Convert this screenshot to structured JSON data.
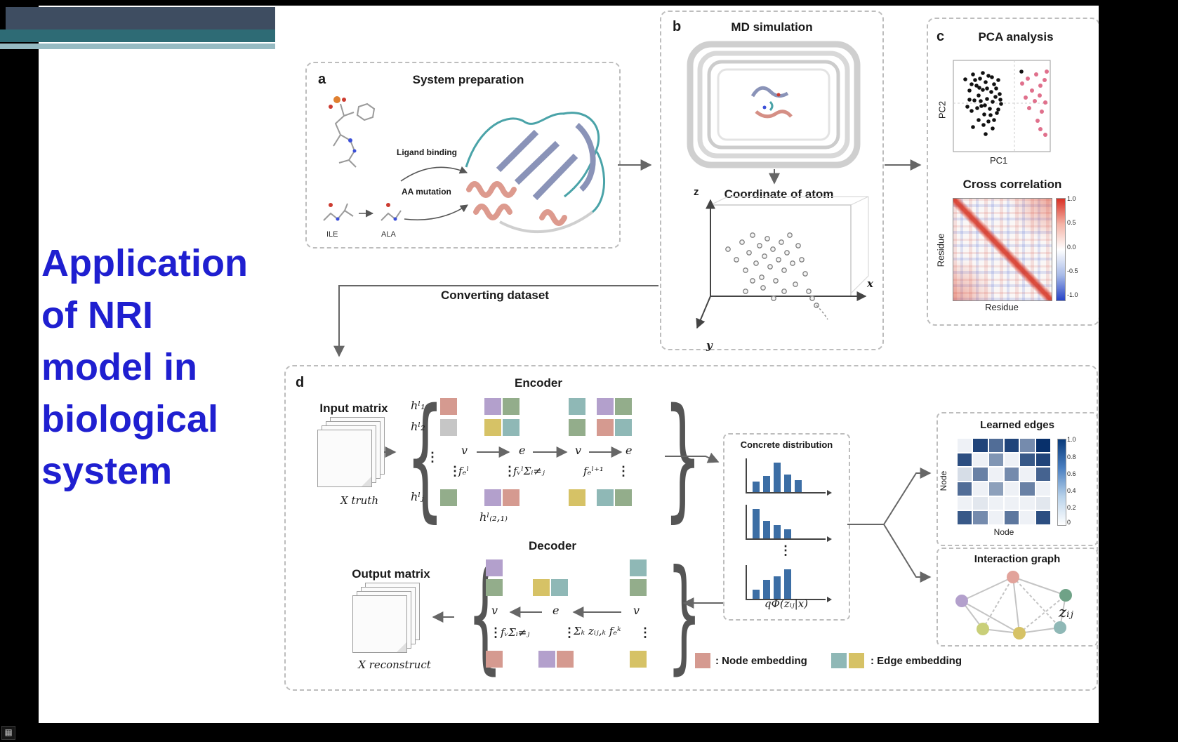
{
  "colors": {
    "title_blue": "#1f1fd0",
    "node_embedding_salmon": "#d59a90",
    "purple": "#b3a0cc",
    "green": "#93ad8b",
    "edge_embedding_teal": "#8fb8b6",
    "edge_embedding_yellow": "#d6c266",
    "bar_blue": "#3c6ea5",
    "header_bar_dark": "#3e4d61",
    "header_bar_teal": "#2e6b75",
    "header_bar_light": "#96bac2"
  },
  "title": {
    "lines": [
      "Application",
      "of NRI",
      "model in",
      "biological",
      "system"
    ]
  },
  "panel_a": {
    "label": "a",
    "title": "System preparation",
    "ligand_binding": "Ligand binding",
    "aa_mutation": "AA mutation",
    "ile": "ILE",
    "ala": "ALA"
  },
  "panel_b": {
    "label": "b",
    "title": "MD simulation",
    "coordinate_title": "Coordinate of atom",
    "axis_x": "x",
    "axis_y": "y",
    "axis_z": "z"
  },
  "panel_c": {
    "label": "c",
    "title": "PCA analysis",
    "pc1": "PC1",
    "pc2": "PC2",
    "cross_title": "Cross correlation",
    "residue_x": "Residue",
    "residue_y": "Residue",
    "colorbar_ticks": [
      "1.0",
      "0.5",
      "0.0",
      "-0.5",
      "-1.0"
    ]
  },
  "converting": {
    "label": "Converting dataset"
  },
  "symbols": {
    "vdots": "⋮"
  },
  "panel_d": {
    "label": "d",
    "input_matrix": "Input matrix",
    "x_truth": "X truth",
    "output_matrix": "Output matrix",
    "x_reconstruct": "X reconstruct",
    "encoder": {
      "title": "Encoder",
      "h1": "hˡ₁",
      "h2": "hˡ₂",
      "hj": "hˡⱼ",
      "h21": "hˡ₍₂,₁₎",
      "v": "v",
      "e": "e",
      "fe": "fₑˡ",
      "fv_sum": "fᵥˡΣᵢ≠ⱼ",
      "fe_next": "fₑˡ⁺¹"
    },
    "decoder": {
      "title": "Decoder",
      "v": "v",
      "e": "e",
      "fv_sum": "fᵥΣᵢ≠ⱼ",
      "k_sum": "Σₖ zᵢⱼ,ₖ fₑᵏ"
    },
    "concrete": {
      "title": "Concrete distribution",
      "q_label": "qΦ(zᵢⱼ|x)",
      "chart1": [
        0.35,
        0.55,
        1,
        0.6,
        0.4
      ],
      "chart2": [
        1,
        0.6,
        0.45,
        0.3
      ],
      "chart3": [
        0.3,
        0.65,
        0.75,
        1
      ]
    },
    "learned_edges": {
      "title": "Learned edges",
      "node_x": "Node",
      "node_y": "Node",
      "colorbar_ticks": [
        "1.0",
        "0.8",
        "0.6",
        "0.4",
        "0.2",
        "0"
      ],
      "matrix": [
        [
          0.05,
          0.9,
          0.7,
          0.9,
          0.55,
          1.0
        ],
        [
          0.85,
          0.05,
          0.5,
          0.05,
          0.8,
          0.9
        ],
        [
          0.15,
          0.6,
          0.05,
          0.55,
          0.05,
          0.75
        ],
        [
          0.7,
          0.05,
          0.45,
          0.05,
          0.6,
          0.05
        ],
        [
          0.05,
          0.1,
          0.05,
          0.05,
          0.05,
          0.1
        ],
        [
          0.8,
          0.55,
          0.05,
          0.65,
          0.05,
          0.85
        ]
      ]
    },
    "interaction": {
      "title": "Interaction graph",
      "z_label": "zᵢⱼ"
    },
    "legend": {
      "node_label": ": Node embedding",
      "edge_label": ": Edge embedding"
    }
  }
}
